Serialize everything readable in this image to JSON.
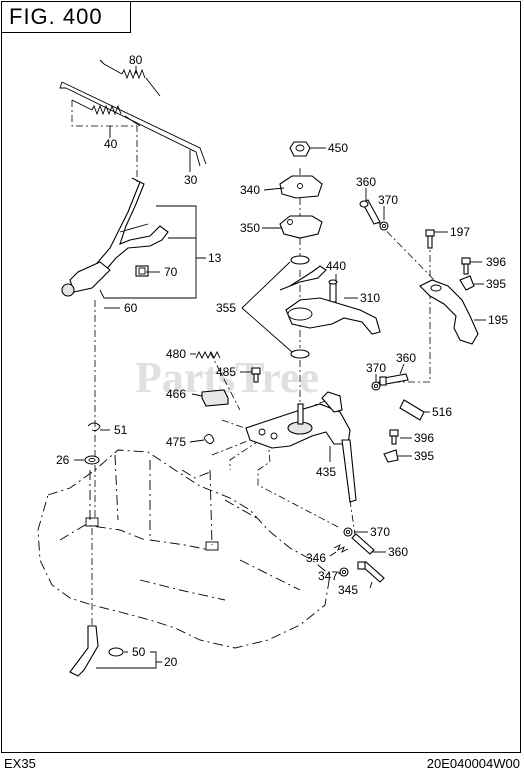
{
  "figure_label": "FIG. 400",
  "footer": {
    "model": "EX35",
    "code": "20E040004W00"
  },
  "watermark": "PartsTree",
  "callouts": {
    "p80": "80",
    "p40": "40",
    "p30": "30",
    "p13": "13",
    "p70": "70",
    "p60": "60",
    "p450": "450",
    "p340": "340",
    "p350": "350",
    "p355": "355",
    "p440": "440",
    "p310": "310",
    "p360a": "360",
    "p370a": "370",
    "p197": "197",
    "p396a": "396",
    "p395a": "395",
    "p195": "195",
    "p480": "480",
    "p485": "485",
    "p466": "466",
    "p370b": "370",
    "p360b": "360",
    "p516": "516",
    "p475": "475",
    "p396b": "396",
    "p395b": "395",
    "p435": "435",
    "p51": "51",
    "p26": "26",
    "p370c": "370",
    "p360c": "360",
    "p346": "346",
    "p347": "347",
    "p345": "345",
    "p50": "50",
    "p20": "20"
  }
}
